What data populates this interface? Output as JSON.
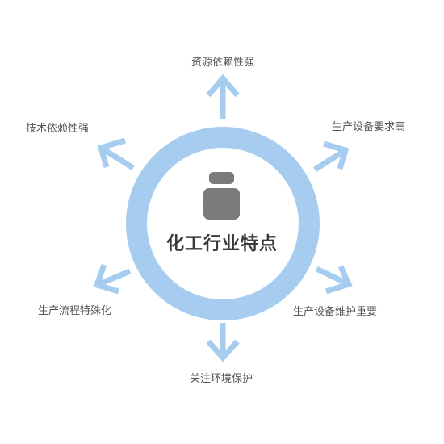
{
  "center": {
    "title": "化工行业特点",
    "icon": "bottle-icon"
  },
  "features": [
    {
      "label": "资源依赖性强"
    },
    {
      "label": "生产设备要求高"
    },
    {
      "label": "生产设备维护重要"
    },
    {
      "label": "关注环境保护"
    },
    {
      "label": "生产流程特殊化"
    },
    {
      "label": "技术依赖性强"
    }
  ],
  "colors": {
    "ring": "#a6cdef",
    "arrow": "#a6cdef",
    "icon": "#7b7b7b",
    "text": "#555555",
    "title": "#3a3a3a"
  }
}
